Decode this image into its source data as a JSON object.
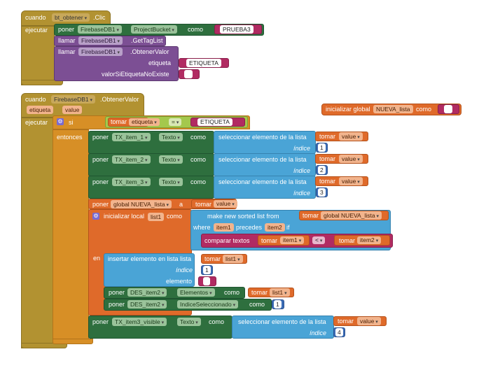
{
  "block1": {
    "event_when": "cuando",
    "component": "bt_obtener",
    "event_name": ".Clic",
    "do_label": "ejecutar",
    "set_label": "poner",
    "set_component": "FirebaseDB1",
    "set_property": "ProjectBucket",
    "to_label": "como",
    "set_value": "PRUEBA3",
    "call_label": "llamar",
    "call1_component": "FirebaseDB1",
    "call1_method": ".GetTagList",
    "call2_component": "FirebaseDB1",
    "call2_method": ".ObtenerValor",
    "tag_label": "etiqueta",
    "tag_value": "ETIQUETA",
    "ifnot_label": "valorSiEtiquetaNoExiste",
    "ifnot_value": ""
  },
  "global_init": {
    "label": "inicializar global",
    "name": "NUEVA_lista",
    "to_label": "como",
    "value": ""
  },
  "block2": {
    "event_when": "cuando",
    "component": "FirebaseDB1",
    "event_name": ".ObtenerValor",
    "param1": "etiqueta",
    "param2": "value",
    "do_label": "ejecutar",
    "if_label": "si",
    "then_label": "entonces",
    "get_label": "tomar",
    "get_param": "etiqueta",
    "eq_op": "=",
    "eq_value": "ETIQUETA",
    "set_label": "poner",
    "to_label": "como",
    "select_label": "seleccionar elemento de la lista",
    "index_label": "índice",
    "row1": {
      "component": "TX_item_1",
      "property": "Texto",
      "value": "value",
      "index": "1"
    },
    "row2": {
      "component": "TX_item_2",
      "property": "Texto",
      "value": "value",
      "index": "2"
    },
    "row3": {
      "component": "TX_item_3",
      "property": "Texto",
      "value": "value",
      "index": "3"
    },
    "set_global_label": "poner",
    "global_var": "global NUEVA_lista",
    "global_to": "a",
    "global_value": "value",
    "init_local_label": "inicializar local",
    "local_name": "list1",
    "local_to": "como",
    "sorted_label": "make new sorted list from",
    "sorted_source": "global NUEVA_lista",
    "where_label": "where",
    "item1": "item1",
    "precedes_label": "precedes",
    "item2": "item2",
    "if_label_small": "if",
    "compare_label": "comparar textos",
    "compare_a": "item1",
    "compare_op": "<",
    "compare_b": "item2",
    "in_label": "en",
    "insert_label": "insertar elemento en lista lista",
    "insert_list": "list1",
    "insert_index_label": "índice",
    "insert_index": "1",
    "element_label": "elemento",
    "element_value": "",
    "set_des1": {
      "component": "DES_item2",
      "property": "Elementos",
      "value": "list1"
    },
    "set_des2": {
      "component": "DES_item2",
      "property": "IndiceSeleccionado",
      "value": "1"
    },
    "row4": {
      "component": "TX_item3_visible",
      "property": "Texto",
      "value": "value",
      "index": "4"
    }
  }
}
